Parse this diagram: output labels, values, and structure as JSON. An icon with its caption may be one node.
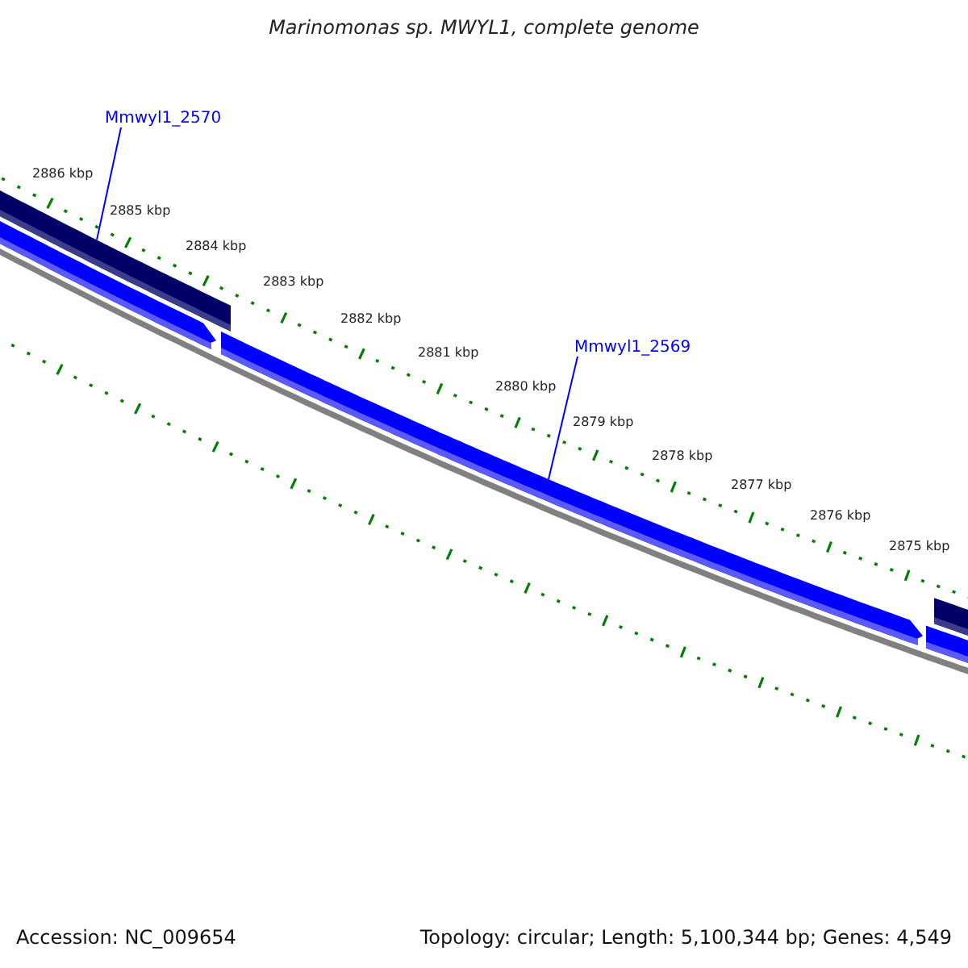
{
  "diagram": {
    "title": "Marinomonas sp. MWYL1, complete genome",
    "nodes": [
      {
        "text": [
          "Mmwyl1_2570"
        ]
      },
      {
        "text": [],
        "shape": "bar"
      },
      {
        "text": [],
        "shape": "bar"
      },
      {
        "text": [
          "Mmwyl1_2569"
        ]
      },
      {
        "text": [],
        "shape": "bar"
      },
      {
        "text": [],
        "shape": "bar"
      },
      {
        "text": [],
        "shape": "bar"
      }
    ],
    "edges": [
      {
        "from": 0,
        "to": 1,
        "arrow": "none"
      },
      {
        "from": 3,
        "to": 4,
        "arrow": "none"
      }
    ],
    "labels": [
      "2886 kbp",
      "2885 kbp",
      "2884 kbp",
      "2883 kbp",
      "2882 kbp",
      "2881 kbp",
      "2880 kbp",
      "2879 kbp",
      "2878 kbp",
      "2877 kbp",
      "2876 kbp",
      "2875 kbp",
      "Accession: NC_009654",
      "Topology: circular; Length: 5,100,344 bp; Genes: 4,549"
    ]
  }
}
